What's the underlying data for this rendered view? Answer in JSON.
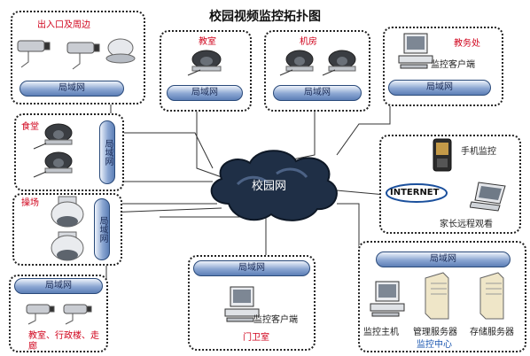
{
  "title": "校园视频监控拓扑图",
  "cloud_label": "校园网",
  "internet_label": "INTERNET",
  "zones": {
    "entrance": {
      "label": "出入口及周边",
      "lan": "局域网"
    },
    "classroom": {
      "label": "教室",
      "lan": "局域网"
    },
    "computer_room": {
      "label": "机房",
      "lan": "局域网"
    },
    "academic_office": {
      "label": "教务处",
      "client": "监控客户端",
      "lan": "局域网"
    },
    "canteen": {
      "label": "食堂",
      "lan": "局域网"
    },
    "playground": {
      "label": "操场",
      "lan": "局域网"
    },
    "remote": {
      "mobile": "手机监控",
      "parents": "家长远程观看"
    },
    "teaching_bldg": {
      "lan": "局域网",
      "label": "教室、行政楼、走廊"
    },
    "gatehouse": {
      "lan": "局域网",
      "client": "监控客户端",
      "label": "门卫室"
    },
    "control_center": {
      "lan": "局域网",
      "host": "监控主机",
      "mgmt_server": "管理服务器",
      "storage_server": "存储服务器",
      "label": "监控中心"
    }
  },
  "colors": {
    "zone_label": "#d0021b",
    "center_label": "#1a56b0",
    "cloud": "#1f2f46",
    "pipe": "#8aa6d2"
  }
}
